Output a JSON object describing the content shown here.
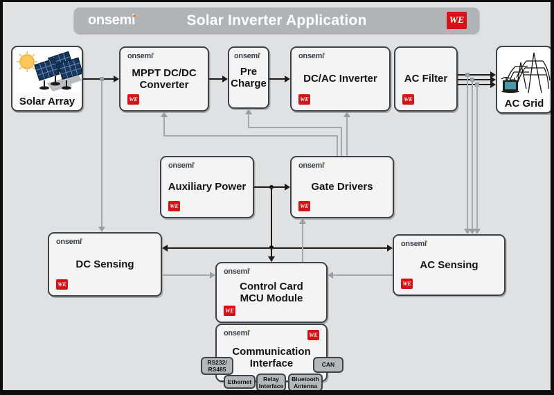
{
  "title_bar": {
    "brand": "onsemi",
    "title": "Solar Inverter Application",
    "partner_logo": "WE"
  },
  "blocks": {
    "solar_array": {
      "label": "Solar Array"
    },
    "mppt": {
      "brand": "onsemi",
      "label": "MPPT DC/DC Converter",
      "partner_logo": "WE"
    },
    "pre_charge": {
      "brand": "onsemi",
      "label": "Pre Charge"
    },
    "dcac_inverter": {
      "brand": "onsemi",
      "label": "DC/AC Inverter",
      "partner_logo": "WE"
    },
    "ac_filter": {
      "label": "AC Filter",
      "partner_logo": "WE"
    },
    "ac_grid": {
      "label": "AC Grid"
    },
    "auxiliary_power": {
      "brand": "onsemi",
      "label": "Auxiliary Power",
      "partner_logo": "WE"
    },
    "gate_drivers": {
      "brand": "onsemi",
      "label": "Gate Drivers",
      "partner_logo": "WE"
    },
    "dc_sensing": {
      "brand": "onsemi",
      "label": "DC Sensing",
      "partner_logo": "WE"
    },
    "ac_sensing": {
      "brand": "onsemi",
      "label": "AC Sensing",
      "partner_logo": "WE"
    },
    "control_card": {
      "brand": "onsemi",
      "label_line1": "Control Card",
      "label_line2": "MCU Module",
      "partner_logo": "WE"
    },
    "comm_interface": {
      "brand": "onsemi",
      "label_line1": "Communication",
      "label_line2": "Interface",
      "partner_logo": "WE"
    }
  },
  "ports": {
    "rs232_rs485": {
      "line1": "RS232/",
      "line2": "RS485"
    },
    "can": {
      "label": "CAN"
    },
    "ethernet": {
      "label": "Ethernet"
    },
    "relay_interface": {
      "line1": "Relay",
      "line2": "Interface"
    },
    "bluetooth_antenna": {
      "line1": "Bluetooth",
      "line2": "Antenna"
    }
  },
  "icons": {
    "solar_array": "sun-and-solar-panels",
    "ac_grid": "transmission-towers-and-transformer"
  },
  "colors": {
    "we_red": "#d51317",
    "title_bar_gray": "#b1b4b7",
    "background": "#e0e1e2",
    "block_fill": "#f4f4f4",
    "block_border": "#3c4247",
    "black_line": "#1c1c1c",
    "gray_line": "#a6a9ab",
    "onsemi_dot_orange": "#f58220",
    "onsemi_dot_teal": "#1aa9a0"
  }
}
